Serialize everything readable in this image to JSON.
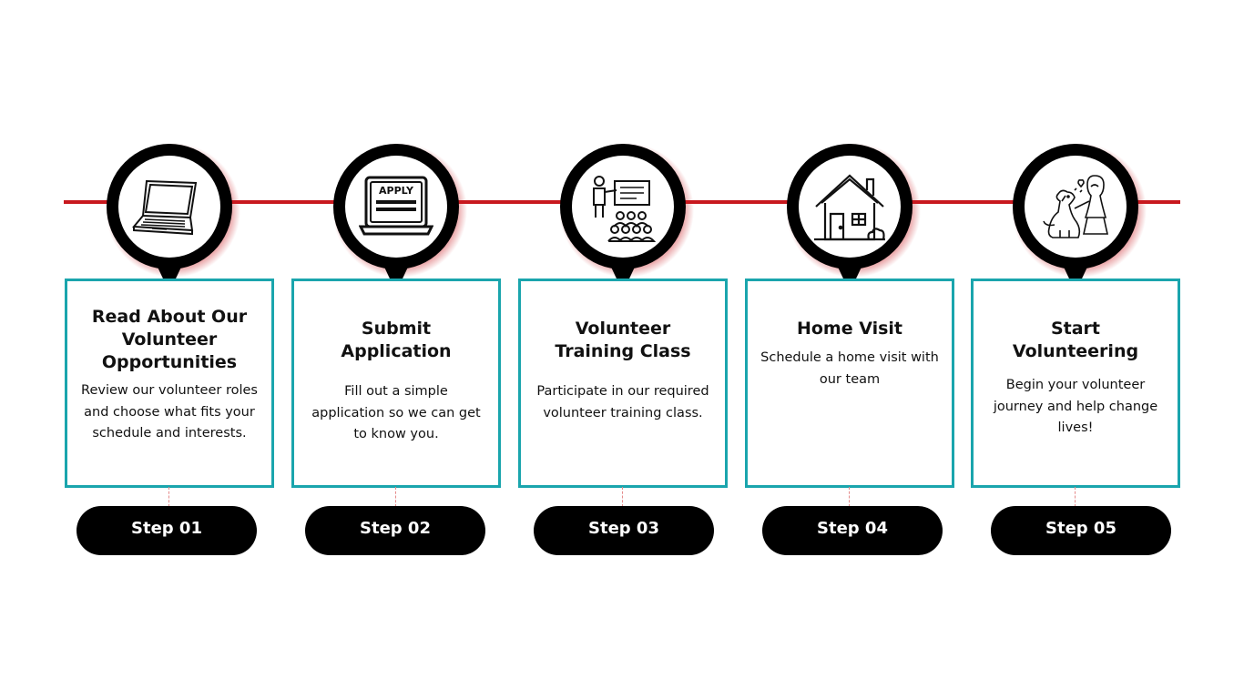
{
  "colors": {
    "timeline": "#c8181e",
    "card_border": "#1aa5ad",
    "pin": "#000000",
    "pin_glow": "#c8181e",
    "pill": "#000000",
    "pill_text": "#ffffff"
  },
  "steps": [
    {
      "icon": "laptop-icon",
      "title": "Read About Our\nVolunteer\nOpportunities",
      "description": "Review our volunteer roles and choose what fits your schedule and interests.",
      "label": "Step 01"
    },
    {
      "icon": "apply-application-icon",
      "icon_text": "APPLY",
      "title": "Submit\nApplication",
      "description": "Fill out a simple application so we can get to know you.",
      "label": "Step 02"
    },
    {
      "icon": "training-class-icon",
      "title": "Volunteer\nTraining Class",
      "description": "Participate in our required volunteer training class.",
      "label": "Step 03"
    },
    {
      "icon": "house-icon",
      "title": "Home Visit",
      "description": "Schedule a home visit with our team",
      "label": "Step 04"
    },
    {
      "icon": "volunteer-with-dog-icon",
      "title": "Start\nVolunteering",
      "description": "Begin your volunteer journey and help change lives!",
      "label": "Step 05"
    }
  ]
}
